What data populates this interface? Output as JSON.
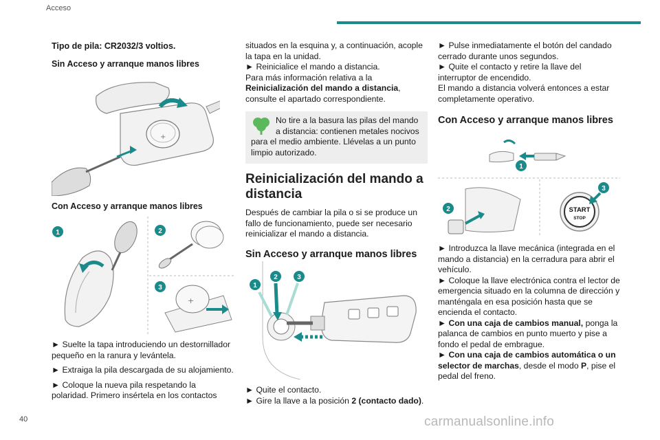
{
  "header": {
    "section": "Acceso"
  },
  "page_number": "40",
  "watermark": "carmanualsonline.info",
  "col1": {
    "battery_type": "Tipo de pila: CR2032/3 voltios.",
    "sub1": "Sin Acceso y arranque manos libres",
    "sub2": "Con Acceso y arranque manos libres",
    "fig2_labels": [
      "1",
      "2",
      "3"
    ],
    "steps": [
      "► Suelte la tapa introduciendo un destornillador pequeño en la ranura y levántela.",
      "► Extraiga la pila descargada de su alojamiento.",
      "► Coloque la nueva pila respetando la polaridad. Primero insértela en los contactos"
    ]
  },
  "col2": {
    "cont1": "situados en la esquina y, a continuación, acople la tapa en la unidad.",
    "step_reinit": "► Reinicialice el mando a distancia.",
    "more_info_pre": "Para más información relativa a la ",
    "more_info_bold": "Reinicialización del mando a distancia",
    "more_info_post": ", consulte el apartado correspondiente.",
    "note": "No tire a la basura las pilas del mando a distancia: contienen metales nocivos para el medio ambiente. Llévelas a un punto limpio autorizado.",
    "h2": "Reinicialización del mando a distancia",
    "intro": "Después de cambiar la pila o si se produce un fallo de funcionamiento, puede ser necesario reinicializar el mando a distancia.",
    "sub": "Sin Acceso y arranque manos libres",
    "fig_labels": [
      "1",
      "2",
      "3"
    ],
    "step1": "► Quite el contacto.",
    "step2_pre": "► Gire la llave a la posición ",
    "step2_bold": "2 (contacto dado)",
    "step2_post": "."
  },
  "col3": {
    "p1": "► Pulse inmediatamente el botón del candado cerrado durante unos segundos.",
    "p2": "► Quite el contacto y retire la llave del interruptor de encendido.",
    "p3": "El mando a distancia volverá entonces a estar completamente operativo.",
    "sub": "Con Acceso y arranque manos libres",
    "fig_labels": [
      "1",
      "2",
      "3"
    ],
    "start_text": "START",
    "stop_text": "STOP",
    "s1": "► Introduzca la llave mecánica (integrada en el mando a distancia) en la cerradura para abrir el vehículo.",
    "s2": "► Coloque la llave electrónica contra el lector de emergencia situado en la columna de dirección y manténgala en esa posición hasta que se encienda el contacto.",
    "s3_bold": "► Con una caja de cambios manual,",
    "s3_rest": " ponga la palanca de cambios en punto muerto y pise a fondo el pedal de embrague.",
    "s4_bold": "► Con una caja de cambios automática o un selector de marchas",
    "s4_mid": ", desde el modo ",
    "s4_p": "P",
    "s4_end": ", pise el pedal del freno."
  },
  "colors": {
    "accent": "#1a8a8a",
    "note_bg": "#eeeeee",
    "leaf": "#5cb85c"
  }
}
